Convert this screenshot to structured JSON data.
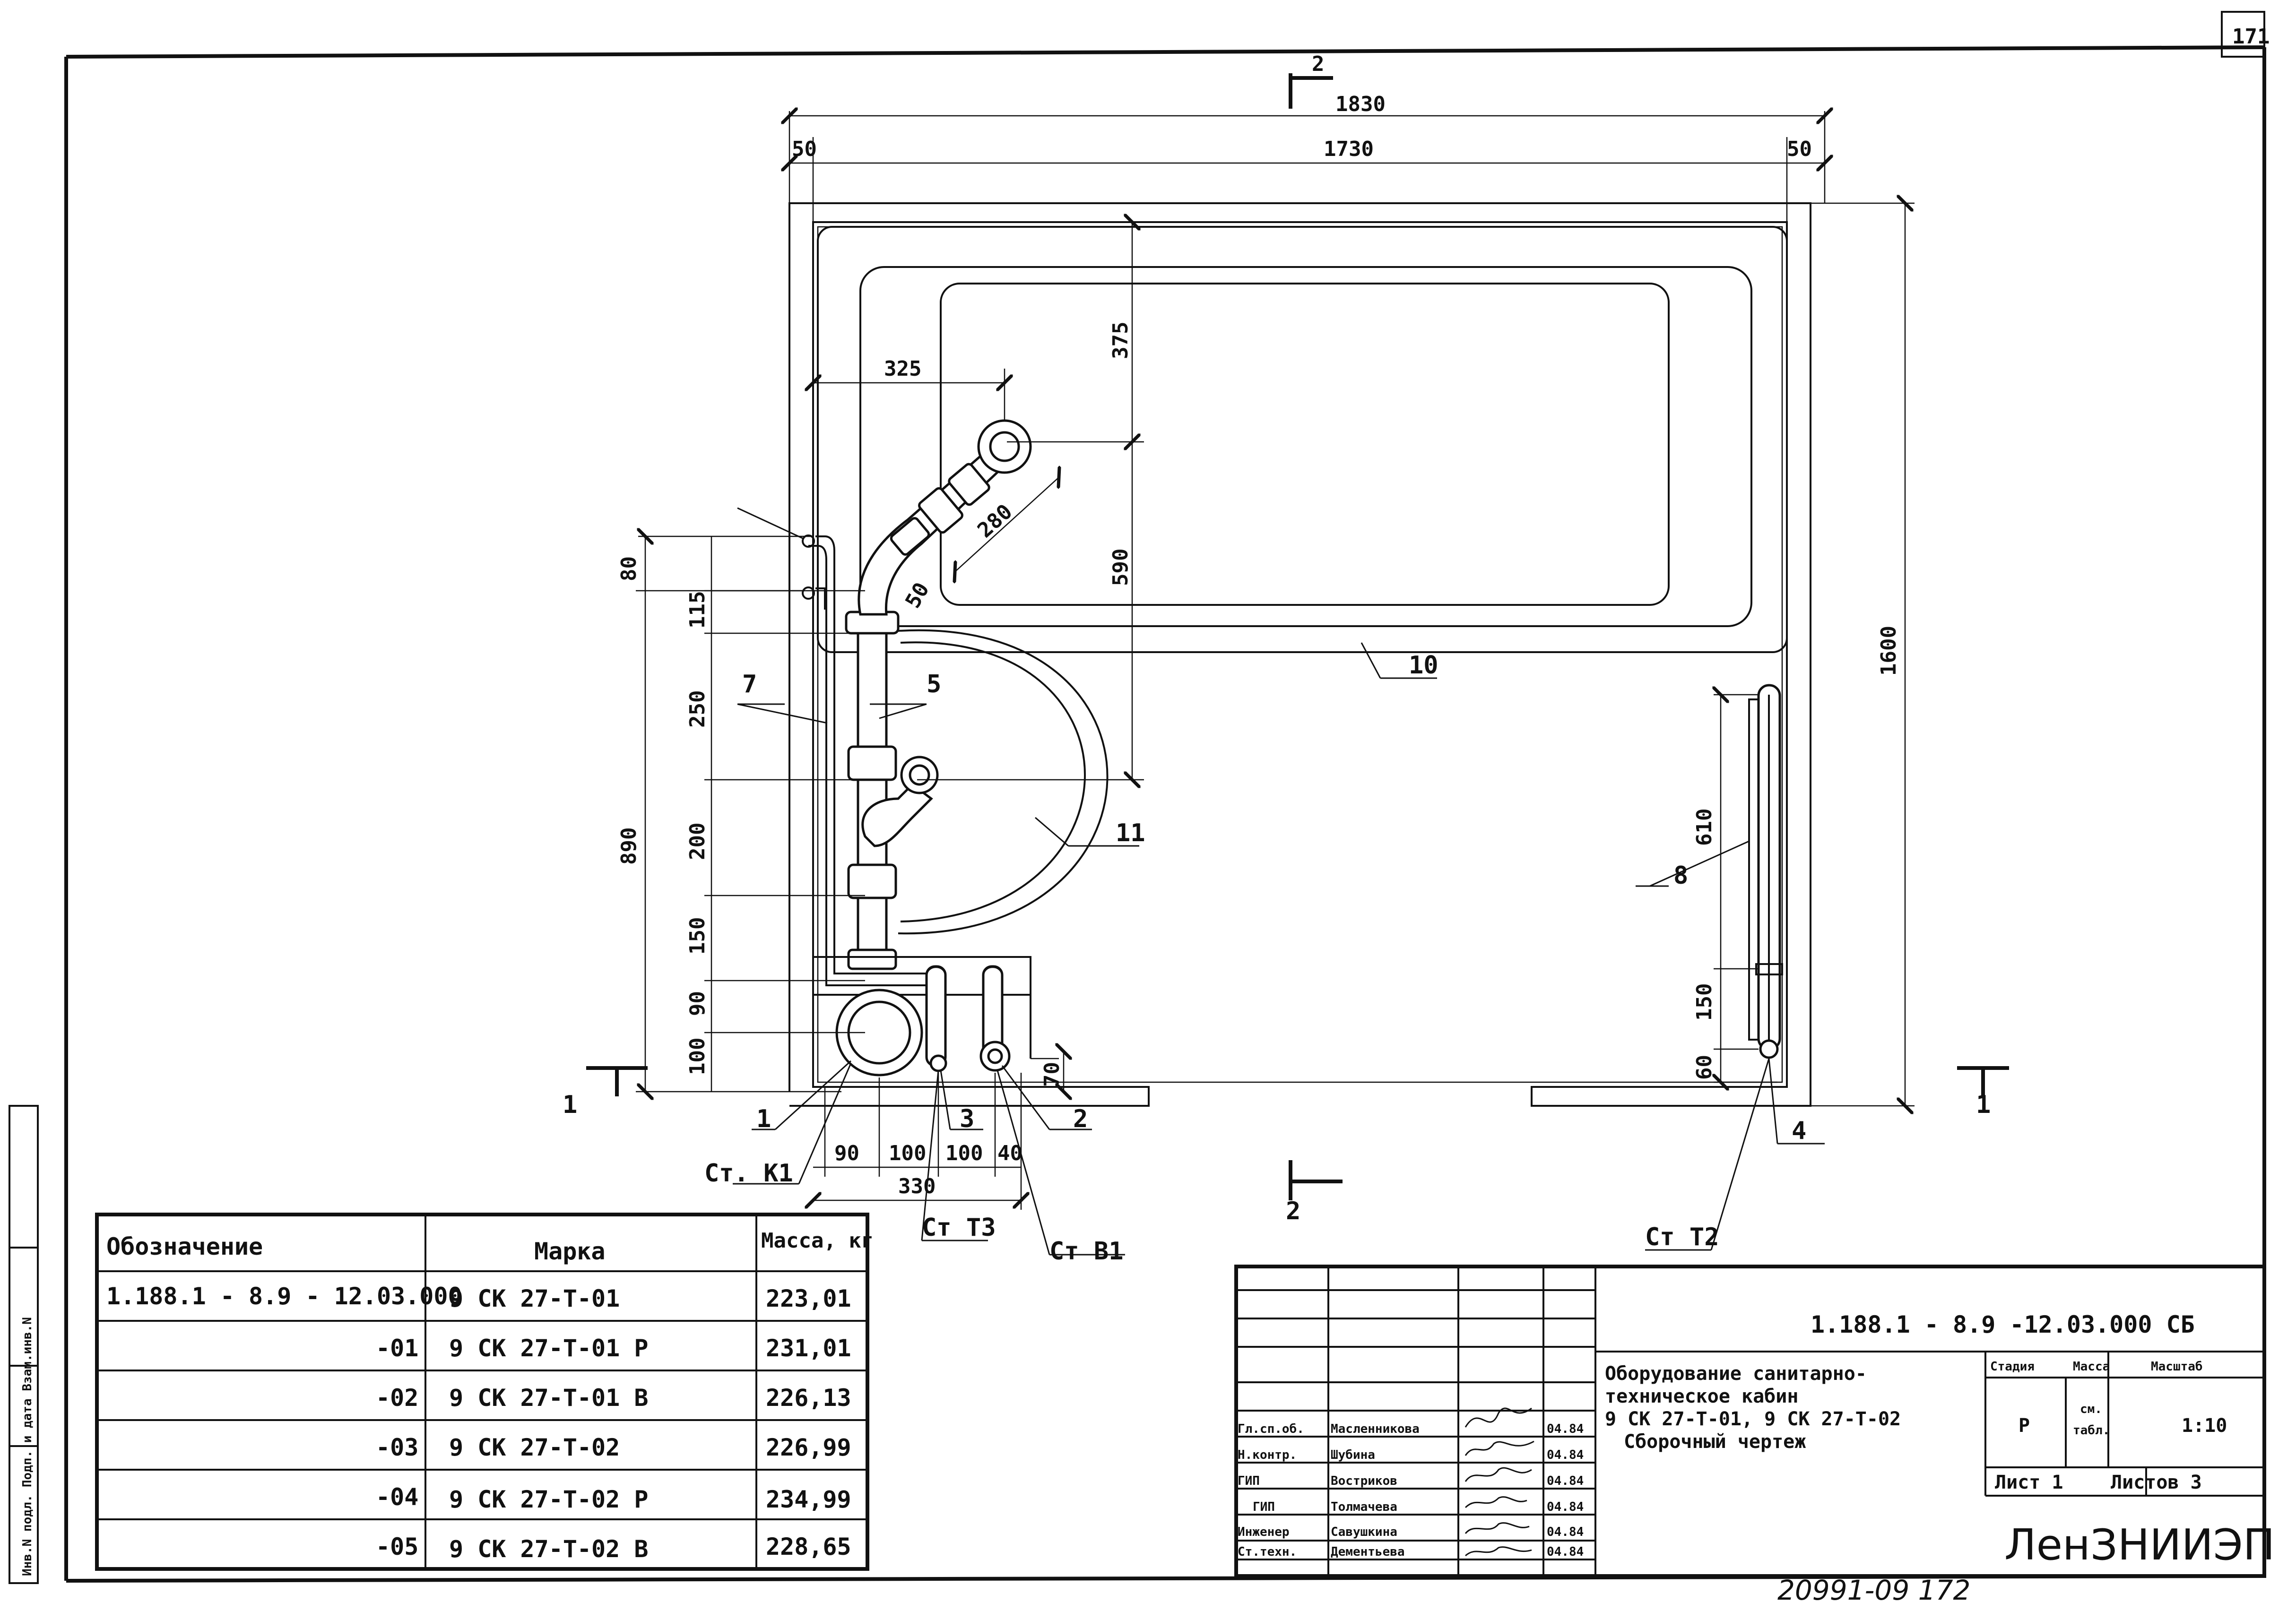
{
  "sheet": {
    "corner_number": "171",
    "bottom_number": "20991-09  172"
  },
  "dims": {
    "d1830": "1830",
    "d1730": "1730",
    "d50a": "50",
    "d50b": "50",
    "d1600": "1600",
    "d375": "375",
    "d590": "590",
    "d325": "325",
    "d280": "280",
    "d50c": "50",
    "d80": "80",
    "d890": "890",
    "d115": "115",
    "d250": "250",
    "d200": "200",
    "d150a": "150",
    "d90a": "90",
    "d100a": "100",
    "d70": "70",
    "d90b": "90",
    "d100b": "100",
    "d100c": "100",
    "d40": "40",
    "d330": "330",
    "d610": "610",
    "d150b": "150",
    "d60": "60"
  },
  "labels": {
    "p1": "1",
    "p2": "2",
    "p3": "3",
    "p4": "4",
    "p5": "5",
    "p7": "7",
    "p8": "8",
    "p10": "10",
    "p11": "11",
    "st_k1": "Ст. К1",
    "st_t3": "Ст Т3",
    "st_b1": "Ст В1",
    "st_t2": "Ст Т2",
    "sec1_left": "1",
    "sec1_right": "1",
    "sec2_top": "2",
    "sec2_bottom": "2"
  },
  "spec_table": {
    "headers": [
      "Обозначение",
      "Марка",
      "Масса, кг"
    ],
    "rows": [
      {
        "designation": "1.188.1 - 8.9 - 12.03.000",
        "mark": "9 СК 27-Т-01",
        "mass": "223,01"
      },
      {
        "designation": "-01",
        "mark": "9 СК 27-Т-01 Р",
        "mass": "231,01"
      },
      {
        "designation": "-02",
        "mark": "9 СК 27-Т-01 В",
        "mass": "226,13"
      },
      {
        "designation": "-03",
        "mark": "9 СК 27-Т-02",
        "mass": "226,99"
      },
      {
        "designation": "-04",
        "mark": "9 СК 27-Т-02 Р",
        "mass": "234,99"
      },
      {
        "designation": "-05",
        "mark": "9 СК 27-Т-02 В",
        "mass": "228,65"
      }
    ]
  },
  "side_strip": {
    "text": "Инв.N подл.   Подп. и дата   Взам.инв.N"
  },
  "title_block": {
    "code": "1.188.1 - 8.9   -12.03.000  СБ",
    "title_lines": [
      "Оборудование санитарно-",
      "техническое  кабин",
      "9 СК 27-Т-01,   9 СК 27-Т-02",
      "Сборочный   чертеж"
    ],
    "stage_header": "Стадия",
    "mass_header": "Масса",
    "scale_header": "Масштаб",
    "stage": "Р",
    "mass_line1": "см.",
    "mass_line2": "табл.",
    "scale": "1:10",
    "sheet_label": "Лист  1",
    "sheets_label": "Листов  3",
    "org": "ЛенЗНИИЭП",
    "signers": [
      {
        "role": "Гл.сп.об.",
        "name": "Масленникова",
        "date": "04.84"
      },
      {
        "role": "Н.контр.",
        "name": "Шубина",
        "date": "04.84"
      },
      {
        "role": "ГИП",
        "name": "Востриков",
        "date": "04.84"
      },
      {
        "role": "ГИП",
        "name": "Толмачева",
        "date": "04.84"
      },
      {
        "role": "Инженер",
        "name": "Савушкина",
        "date": "04.84"
      },
      {
        "role": "Ст.техн.",
        "name": "Дементьева",
        "date": "04.84"
      }
    ]
  }
}
